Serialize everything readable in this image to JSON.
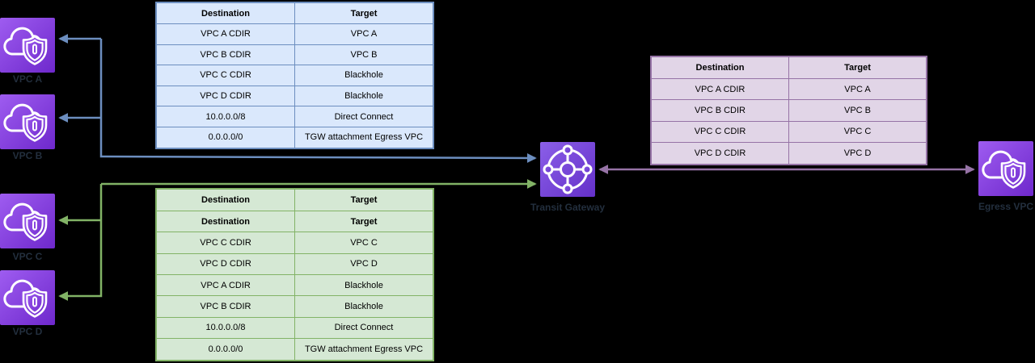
{
  "colors": {
    "background": "#000000",
    "blue_stroke": "#6c8ebf",
    "blue_fill": "#dae8fc",
    "green_stroke": "#82b366",
    "green_fill": "#d5e8d4",
    "purple_stroke": "#9673a6",
    "purple_fill": "#e1d5e7",
    "node_label_text": "#232f3e",
    "icon_gradient_light": "#9e5cf0",
    "icon_gradient_dark": "#6e28cc"
  },
  "nodes": {
    "vpc_a": {
      "label": "VPC A"
    },
    "vpc_b": {
      "label": "VPC B"
    },
    "vpc_c": {
      "label": "VPC C"
    },
    "vpc_d": {
      "label": "VPC D"
    },
    "transit_gateway": {
      "label": "Transit Gateway"
    },
    "egress_vpc": {
      "label": "Egress VPC"
    }
  },
  "tables": {
    "blue_route_table": {
      "header_rows": [
        [
          "Destination",
          "Target"
        ]
      ],
      "rows": [
        [
          "VPC A CDIR",
          "VPC A"
        ],
        [
          "VPC B CDIR",
          "VPC B"
        ],
        [
          "VPC C CDIR",
          "Blackhole"
        ],
        [
          "VPC D CDIR",
          "Blackhole"
        ],
        [
          "10.0.0.0/8",
          "Direct Connect"
        ],
        [
          "0.0.0.0/0",
          "TGW attachment Egress VPC"
        ]
      ]
    },
    "green_route_table": {
      "header_rows": [
        [
          "Destination",
          "Target"
        ],
        [
          "Destination",
          "Target"
        ]
      ],
      "rows": [
        [
          "VPC C CDIR",
          "VPC C"
        ],
        [
          "VPC D CDIR",
          "VPC D"
        ],
        [
          "VPC A CDIR",
          "Blackhole"
        ],
        [
          "VPC B CDIR",
          "Blackhole"
        ],
        [
          "10.0.0.0/8",
          "Direct Connect"
        ],
        [
          "0.0.0.0/0",
          "TGW attachment Egress VPC"
        ]
      ]
    },
    "purple_route_table": {
      "header_rows": [
        [
          "Destination",
          "Target"
        ]
      ],
      "rows": [
        [
          "VPC A CDIR",
          "VPC A"
        ],
        [
          "VPC B CDIR",
          "VPC B"
        ],
        [
          "VPC C CDIR",
          "VPC C"
        ],
        [
          "VPC D CDIR",
          "VPC D"
        ]
      ]
    }
  }
}
